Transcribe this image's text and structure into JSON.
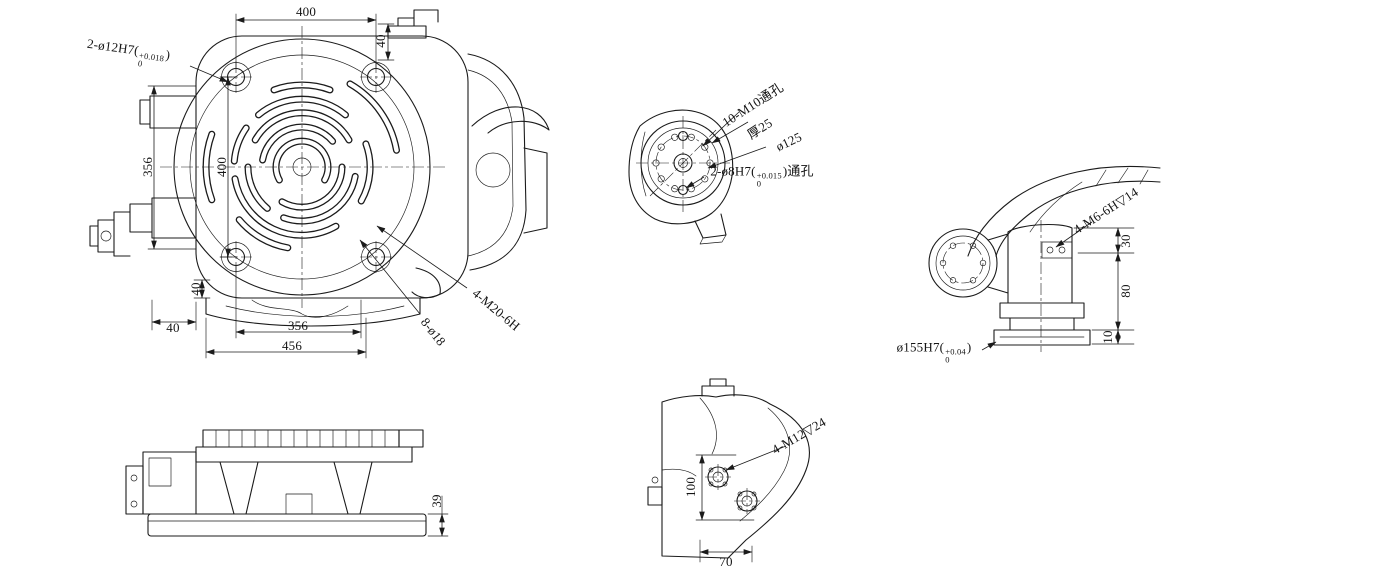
{
  "front": {
    "dowel_prefix": "2-ø12H7(",
    "dowel_tol_up": "+0.018",
    "dowel_tol_dn": "0",
    "dowel_suffix": ")",
    "dim_top_400": "400",
    "dim_top_40": "40",
    "dim_left_356": "356",
    "dim_left_400": "400",
    "dim_left_40": "40",
    "dim_bot_40": "40",
    "dim_bot_356": "356",
    "dim_bot_456": "456",
    "label_holes_818": "8-ø18",
    "label_tapped_m20": "4-M20-6H"
  },
  "flange": {
    "label_bolts": "10-M10通孔",
    "label_thickness": "厚25",
    "label_bcd": "ø125",
    "dowel_prefix": "2-ø8H7(",
    "dowel_tol_up": "+0.015",
    "dowel_tol_dn": "0",
    "dowel_suffix": ")通孔"
  },
  "arm": {
    "label_tapped_m6": "4-M6-6H▽14",
    "dim_30": "30",
    "dim_80": "80",
    "dim_10": "10",
    "bore_prefix": "ø155H7(",
    "bore_tol_up": "+0.04",
    "bore_tol_dn": "0",
    "bore_suffix": ")"
  },
  "side": {
    "dim_39": "39"
  },
  "arm_profile": {
    "label_tapped_m12": "4-M12▽24",
    "dim_100": "100",
    "dim_70": "70"
  }
}
